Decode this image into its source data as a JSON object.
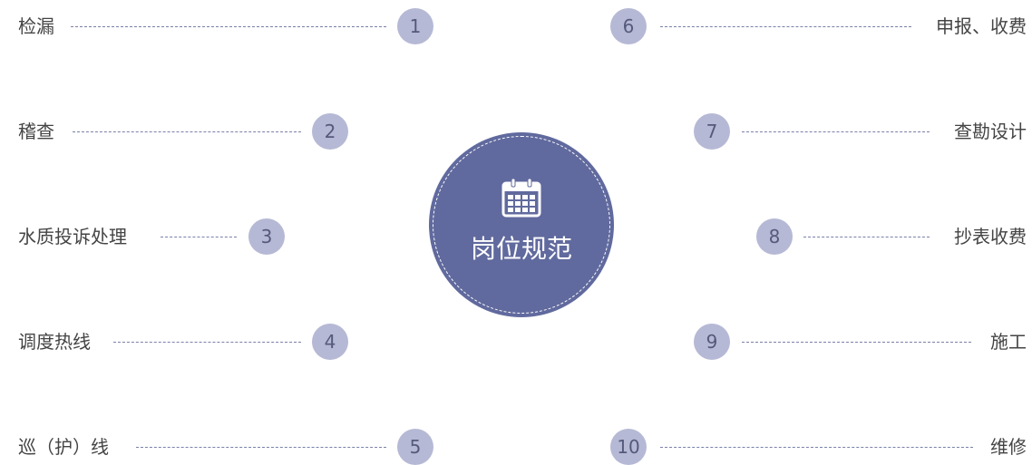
{
  "center": {
    "title": "岗位规范",
    "icon": "calendar-icon",
    "color": "#616a9e"
  },
  "left_items": [
    {
      "number": "1",
      "label": "检漏"
    },
    {
      "number": "2",
      "label": "稽查"
    },
    {
      "number": "3",
      "label": "水质投诉处理"
    },
    {
      "number": "4",
      "label": "调度热线"
    },
    {
      "number": "5",
      "label": "巡（护）线"
    }
  ],
  "right_items": [
    {
      "number": "6",
      "label": "申报、收费"
    },
    {
      "number": "7",
      "label": "查勘设计"
    },
    {
      "number": "8",
      "label": "抄表收费"
    },
    {
      "number": "9",
      "label": "施工"
    },
    {
      "number": "10",
      "label": "维修"
    }
  ],
  "colors": {
    "badge_fill": "#b6b9d5",
    "badge_text": "#555a7c",
    "dash": "#7a80a8",
    "label_text": "#444444"
  }
}
